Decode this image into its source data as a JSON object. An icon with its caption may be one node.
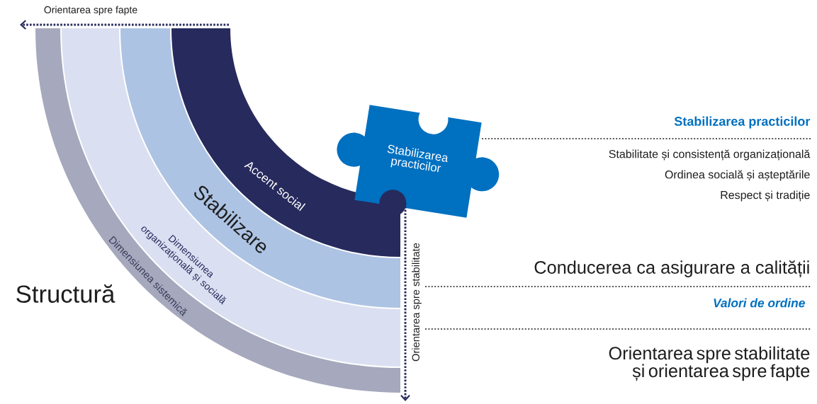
{
  "diagram": {
    "nodes": [
      {
        "text": [
          "Dimensiunea sistemică"
        ]
      },
      {
        "text": [
          "Dimensiunea organizațională și socială"
        ]
      },
      {
        "text": [
          "Stabilizare"
        ]
      },
      {
        "text": [
          "Accent social"
        ]
      },
      {
        "text": [
          "Stabilizarea practicilor"
        ]
      }
    ],
    "edges": [
      {
        "from": 3,
        "to": 0,
        "arrow": "to",
        "label": "Orientarea spre fapte",
        "style": "dashed"
      },
      {
        "from": 4,
        "to": 0,
        "arrow": "to",
        "label": "Orientarea spre stabilitate",
        "style": "dashed"
      }
    ],
    "labels": [
      "Structură",
      "Stabilizarea practicilor",
      "Stabilitate și consistență organizațională",
      "Ordinea socială și așteptările",
      "Respect și tradiție",
      "Conducerea ca asigurare a calității",
      "Valori de ordine",
      "Orientarea spre stabilitate și orientarea spre fapte"
    ]
  }
}
